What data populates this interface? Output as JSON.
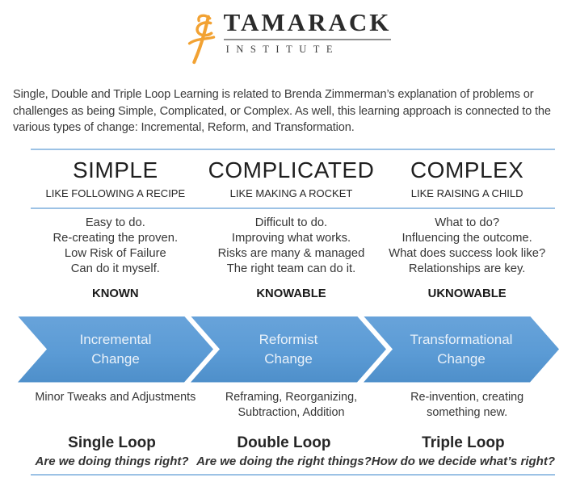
{
  "logo": {
    "name": "TAMARACK",
    "subtitle": "INSTITUTE",
    "icon": "tamarack-tree-icon",
    "icon_color": "#F2A233"
  },
  "intro": {
    "text": "Single, Double and Triple Loop Learning is related to Brenda Zimmerman’s explanation of problems or challenges as being Simple, Complicated, or Complex. As well, this learning approach is connected to the various types of change: Incremental, Reform, and Transformation."
  },
  "columns": [
    {
      "title": "SIMPLE",
      "subtitle": "LIKE FOLLOWING A RECIPE",
      "points": [
        "Easy to do.",
        "Re-creating the proven.",
        "Low Risk of Failure",
        "Can do it myself."
      ],
      "knowability": "KNOWN",
      "change": {
        "line1": "Incremental",
        "line2": "Change"
      },
      "change_description": "Minor Tweaks and Adjustments",
      "loop_name": "Single Loop",
      "loop_question": "Are we doing things right?"
    },
    {
      "title": "COMPLICATED",
      "subtitle": "LIKE MAKING A ROCKET",
      "points": [
        "Difficult to do.",
        "Improving what works.",
        "Risks are many & managed",
        "The right team can do it."
      ],
      "knowability": "KNOWABLE",
      "change": {
        "line1": "Reformist",
        "line2": "Change"
      },
      "change_description": "Reframing, Reorganizing, Subtraction, Addition",
      "loop_name": "Double Loop",
      "loop_question": "Are we doing the right things?"
    },
    {
      "title": "COMPLEX",
      "subtitle": "LIKE RAISING A CHILD",
      "points": [
        "What to do?",
        "Influencing the outcome.",
        "What does success look like?",
        "Relationships are key."
      ],
      "knowability": "UKNOWABLE",
      "change": {
        "line1": "Transformational",
        "line2": "Change"
      },
      "change_description": "Re-invention, creating something new.",
      "loop_name": "Triple Loop",
      "loop_question": "How do we decide what’s right?"
    }
  ],
  "colors": {
    "arrow_blue": "#5B9BD5",
    "arrow_text": "#E9F1F9",
    "divider_blue": "#9CC2E5",
    "logo_orange": "#F2A233",
    "heading_text": "#1F1F1F",
    "body_text": "#3A3A3A"
  }
}
